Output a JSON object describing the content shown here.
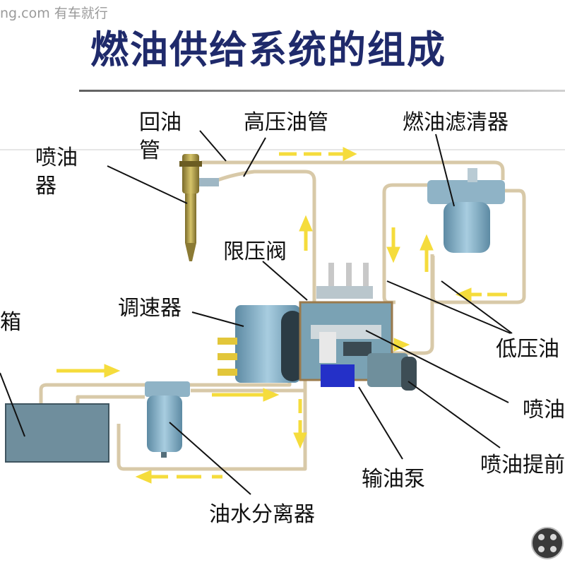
{
  "watermark": "ng.com 有车就行",
  "title": "燃油供给系统的组成",
  "labels": {
    "return_pipe_1": "回油",
    "return_pipe_2": "管",
    "high_pressure_pipe": "高压油管",
    "fuel_filter": "燃油滤清器",
    "injector_1": "喷油",
    "injector_2": "器",
    "pressure_limit_valve": "限压阀",
    "governor": "调速器",
    "tank": "箱",
    "low_pressure_pipe": "低压油",
    "injection_pump": "喷油",
    "feed_pump": "输油泵",
    "advance_device": "喷油提前",
    "water_separator": "油水分离器"
  },
  "colors": {
    "title": "#1f2a6b",
    "pipe": "#d8c9a8",
    "arrow": "#f5dc3c",
    "component": "#7fa9bf",
    "feed_pump": "#2430c8"
  }
}
